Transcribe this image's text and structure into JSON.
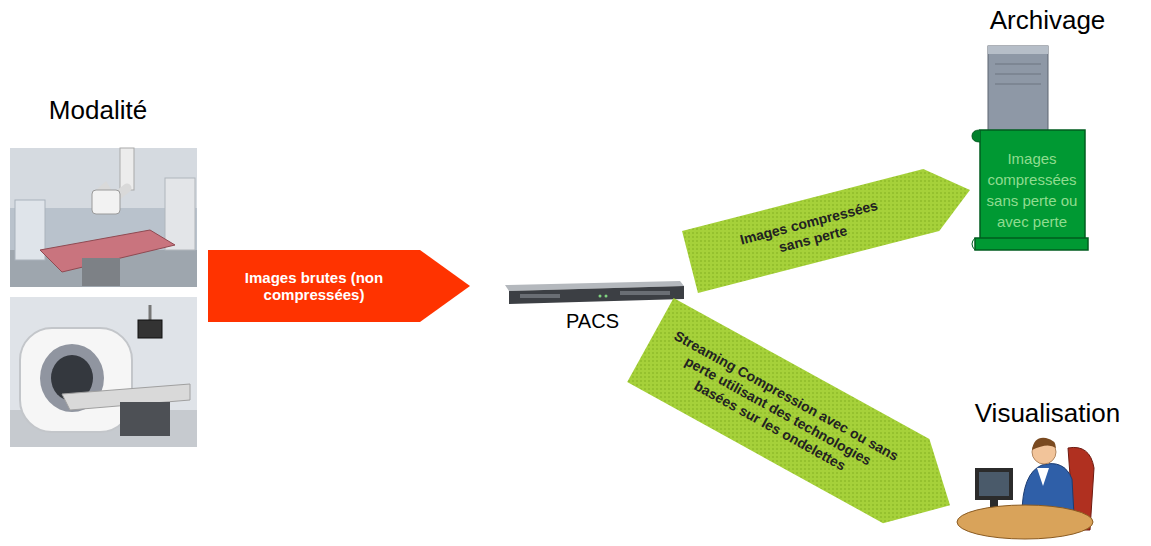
{
  "diagram": {
    "nodes": [
      {
        "text": [
          "Modalité"
        ]
      },
      {
        "text": [
          "PACS"
        ]
      },
      {
        "text": [
          "Archivage",
          "Images compressées sans perte ou avec perte"
        ]
      },
      {
        "text": [
          "Visualisation"
        ]
      }
    ],
    "edges": [
      {
        "from": 0,
        "to": 1,
        "arrow": "to",
        "label": "Images brutes (non compressées)"
      },
      {
        "from": 1,
        "to": 2,
        "arrow": "to",
        "label": "Images compressées sans perte"
      },
      {
        "from": 1,
        "to": 3,
        "arrow": "to",
        "label": "Streaming Compression avec ou sans perte utilisant des technologies basées sur les ondelettes"
      }
    ]
  }
}
